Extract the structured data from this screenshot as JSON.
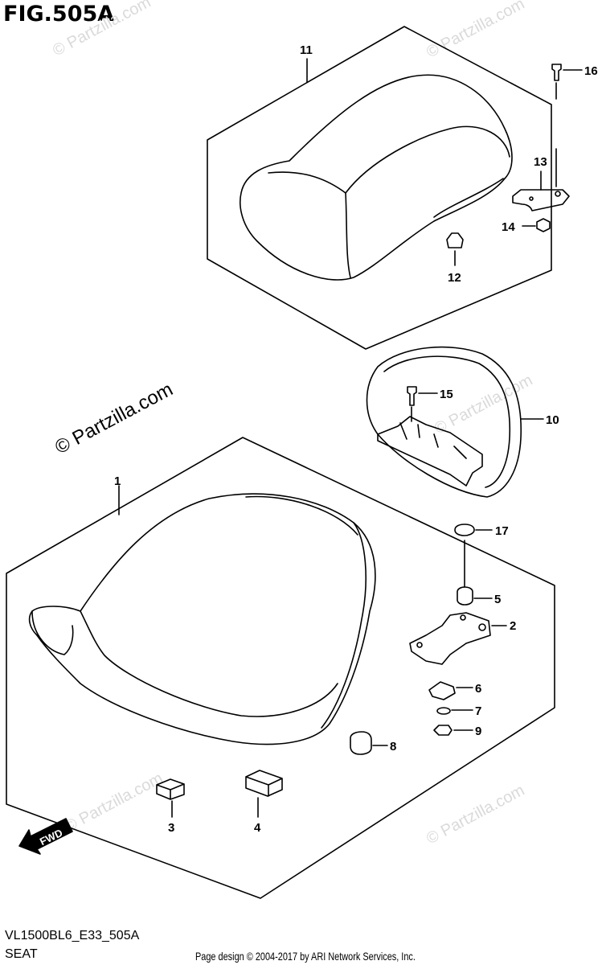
{
  "figure": {
    "title": "FIG.505A",
    "diagram_code": "VL1500BL6_E33_505A",
    "section_name": "SEAT",
    "copyright": "Page design © 2004-2017 by ARI Network Services, Inc."
  },
  "watermark": {
    "main_text": "© Partzilla.com",
    "faint_text": "© Partzilla.com"
  },
  "fwd_label": "FWD",
  "callouts": [
    {
      "id": "1",
      "label": "1"
    },
    {
      "id": "2",
      "label": "2"
    },
    {
      "id": "3",
      "label": "3"
    },
    {
      "id": "4",
      "label": "4"
    },
    {
      "id": "5",
      "label": "5"
    },
    {
      "id": "6",
      "label": "6"
    },
    {
      "id": "7",
      "label": "7"
    },
    {
      "id": "8",
      "label": "8"
    },
    {
      "id": "9",
      "label": "9"
    },
    {
      "id": "10",
      "label": "10"
    },
    {
      "id": "11",
      "label": "11"
    },
    {
      "id": "12",
      "label": "12"
    },
    {
      "id": "13",
      "label": "13"
    },
    {
      "id": "14",
      "label": "14"
    },
    {
      "id": "15",
      "label": "15"
    },
    {
      "id": "16",
      "label": "16"
    },
    {
      "id": "17",
      "label": "17"
    }
  ],
  "colors": {
    "line": "#000000",
    "watermark": "#dadada",
    "background": "#ffffff"
  }
}
